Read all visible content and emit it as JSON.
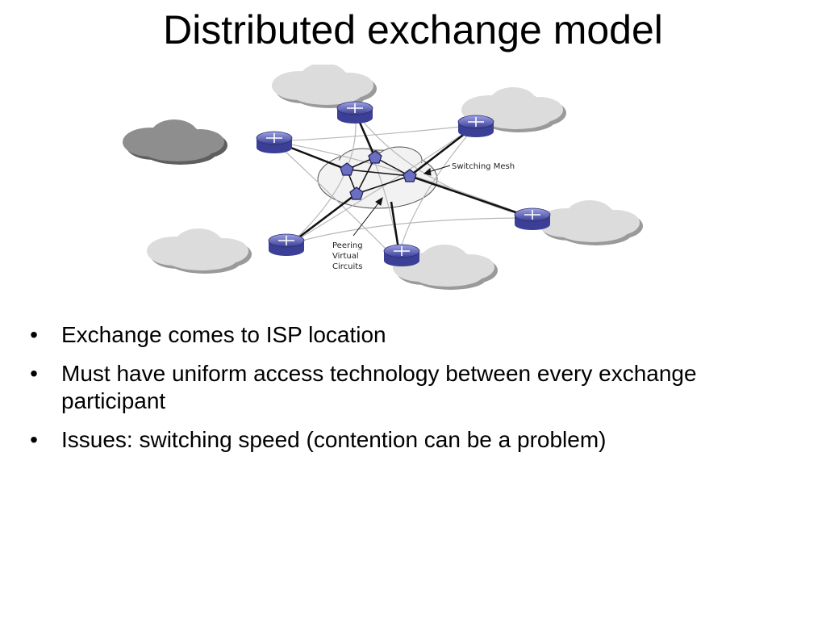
{
  "slide": {
    "title": "Distributed exchange model"
  },
  "diagram": {
    "labels": {
      "switching_mesh": "Switching Mesh",
      "peering_line1": "Peering",
      "peering_line2": "Virtual",
      "peering_line3": "Circuits"
    },
    "colors": {
      "router_fill": "#4a4fa8",
      "router_top": "#8c90d8",
      "cloud_light": "#d8d8d8",
      "cloud_dark": "#8e8e8e",
      "mesh_node": "#6b6fc0"
    }
  },
  "bullets": [
    "Exchange comes to ISP location",
    "Must have uniform access technology between every exchange participant",
    "Issues: switching speed (contention can be a problem)"
  ]
}
